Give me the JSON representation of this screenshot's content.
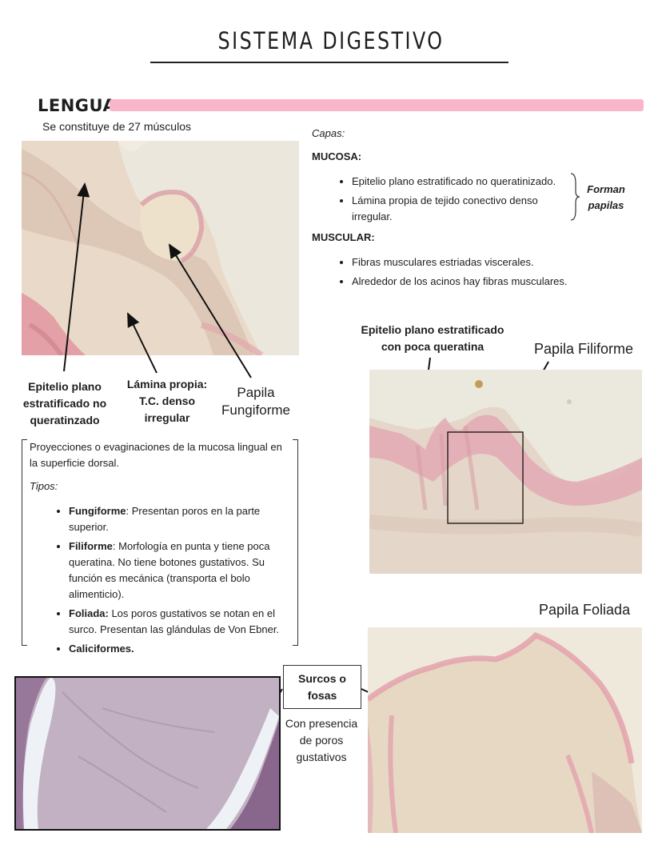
{
  "title": "SISTEMA DIGESTIVO",
  "section": "LENGUA",
  "intro": "Se constituye de 27 músculos",
  "capas": {
    "heading": "Capas:",
    "mucosa_title": "MUCOSA:",
    "mucosa_items": [
      "Epitelio plano estratificado no queratinizado.",
      "Lámina propia de tejido conectivo denso irregular."
    ],
    "forman": "Forman papilas",
    "muscular_title": "MUSCULAR:",
    "muscular_items": [
      "Fibras musculares estriadas viscerales.",
      "Alrededor de los acinos hay fibras musculares."
    ]
  },
  "fig1_labels": {
    "epitelio": "Epitelio plano estratificado no queratinzado",
    "lamina": "Lámina propia: T.C. denso irregular",
    "papila": "Papila Fungiforme"
  },
  "papilas_box": {
    "desc": "Proyecciones o evaginaciones de la mucosa lingual en la superficie dorsal.",
    "tipos": "Tipos:",
    "items": [
      {
        "name": "Fungiforme",
        "text": ": Presentan poros en la parte superior."
      },
      {
        "name": "Filiforme",
        "text": ": Morfología en punta y tiene poca queratina. No tiene botones gustativos. Su función es mecánica (transporta el bolo alimenticio)."
      },
      {
        "name": "Foliada:",
        "text": " Los poros gustativos se notan en el surco. Presentan las glándulas de Von Ebner."
      },
      {
        "name": "Caliciformes.",
        "text": ""
      }
    ]
  },
  "fig2_labels": {
    "epitelio": "Epitelio plano estratificado con poca queratina",
    "papila": "Papila Filiforme"
  },
  "fig3_labels": {
    "papila": "Papila Foliada",
    "surcos": "Surcos o fosas",
    "presencia": "Con presencia de poros gustativos"
  },
  "colors": {
    "accent_pink": "#f8b6c8",
    "tissue_pink": "#e8a8b0",
    "tissue_bg": "#eae6da",
    "he_purple": "#a98aa8"
  }
}
